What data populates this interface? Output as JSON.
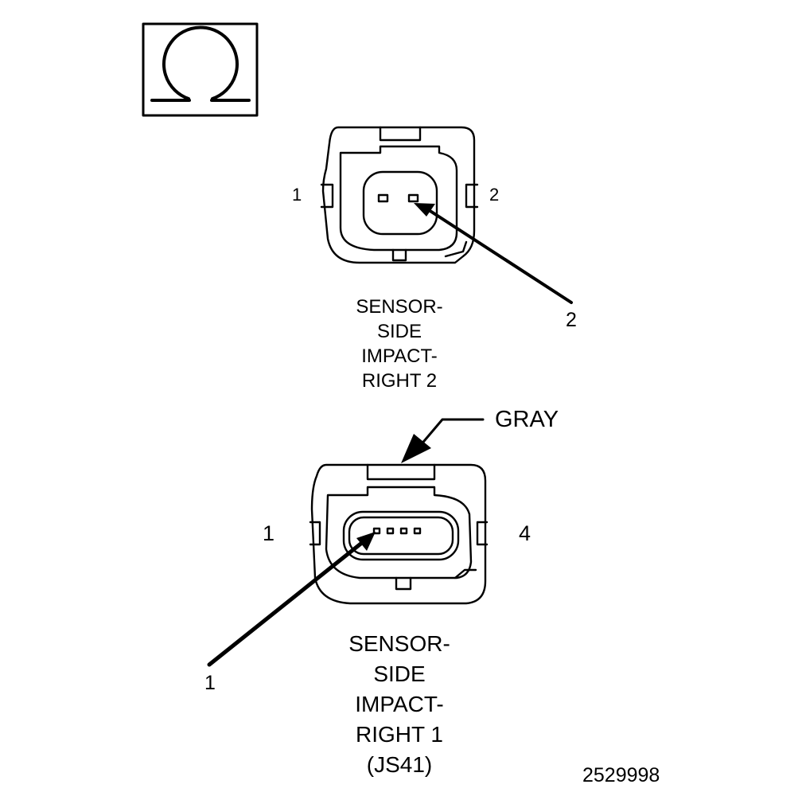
{
  "symbol": {
    "icon": "ohm-icon"
  },
  "connector_top": {
    "pin_left": "1",
    "pin_right": "2",
    "callout": "2",
    "caption": [
      "SENSOR-",
      "SIDE",
      "IMPACT-",
      "RIGHT 2"
    ]
  },
  "connector_bottom": {
    "color_label": "GRAY",
    "pin_left": "1",
    "pin_right": "4",
    "callout": "1",
    "caption": [
      "SENSOR-",
      "SIDE",
      "IMPACT-",
      "RIGHT 1",
      "(JS41)"
    ]
  },
  "figure_number": "2529998"
}
